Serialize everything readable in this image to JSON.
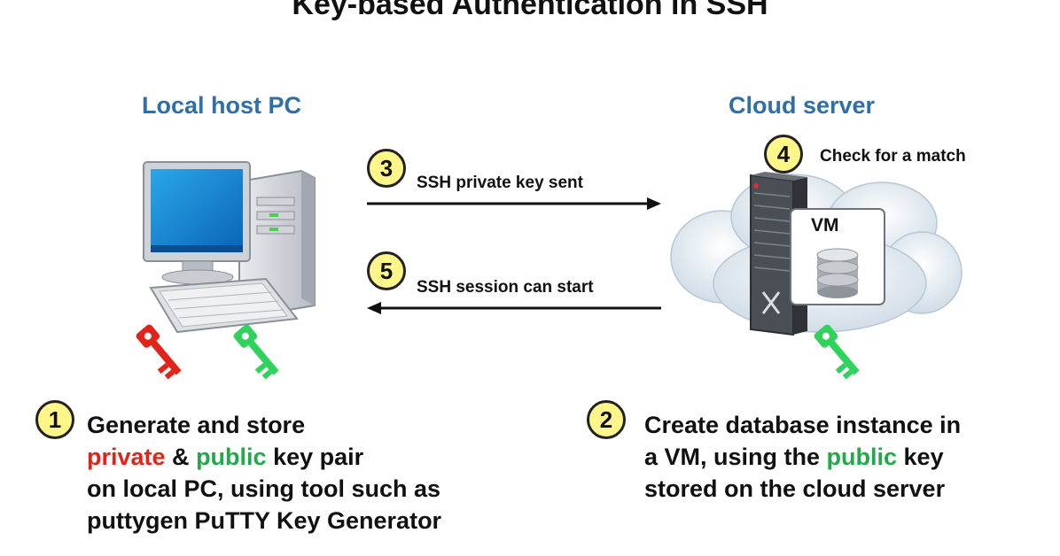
{
  "title": "Key-based Authentication in SSH",
  "left": {
    "heading": "Local host PC"
  },
  "right": {
    "heading": "Cloud server",
    "vm_label": "VM"
  },
  "steps": {
    "s1": {
      "number": "1"
    },
    "s2": {
      "number": "2"
    },
    "s3": {
      "number": "3",
      "label": "SSH private key sent"
    },
    "s4": {
      "number": "4",
      "label": "Check for a match"
    },
    "s5": {
      "number": "5",
      "label": "SSH session  can start"
    }
  },
  "step1_text": {
    "line1": "Generate and store",
    "private_word": "private",
    "amp": " & ",
    "public_word": "public",
    "line2_rest": " key pair",
    "line3": "on local PC, using tool such as",
    "line4": "puttygen PuTTY Key Generator"
  },
  "step2_text": {
    "line1": "Create database instance in",
    "line2_start": "a VM, using  the ",
    "public_word": "public",
    "line2_end": " key",
    "line3": "stored on the cloud server"
  },
  "colors": {
    "heading": "#2f6fa8",
    "badge_fill": "#fff68a",
    "private_key": "#e2231a",
    "public_key": "#23a84a"
  }
}
